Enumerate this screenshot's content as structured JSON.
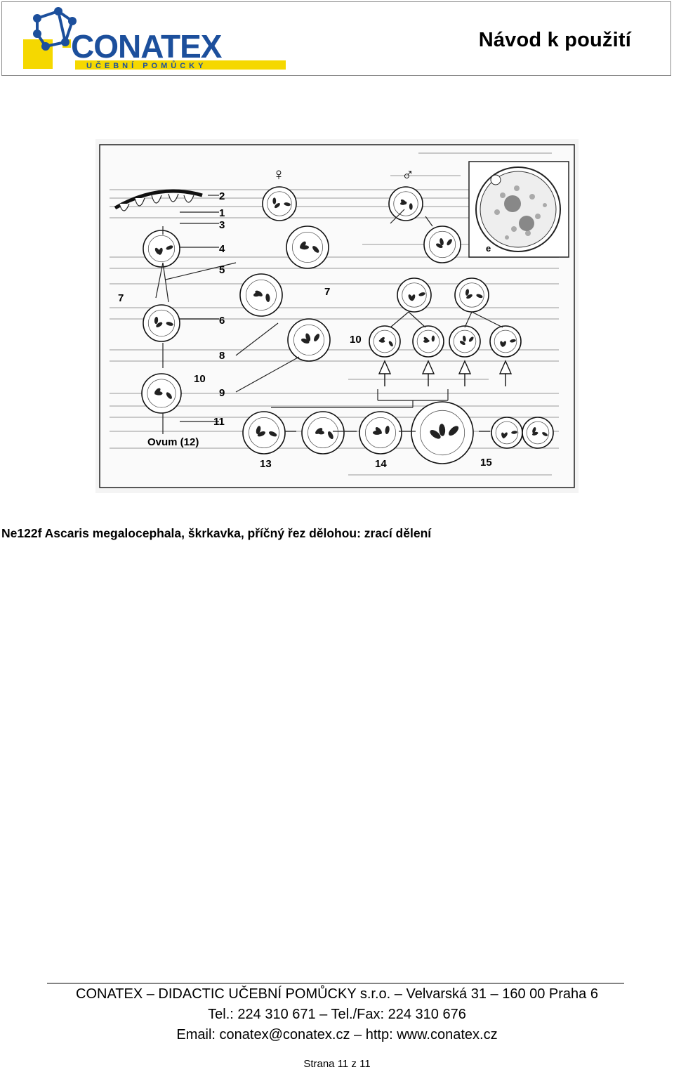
{
  "header": {
    "logo_text": "CONATEX",
    "logo_subtext": "UČEBNÍ POMŮCKY",
    "title": "Návod k použití"
  },
  "figure": {
    "labels": [
      "2",
      "1",
      "3",
      "4",
      "5",
      "7",
      "6",
      "8",
      "10",
      "9",
      "11",
      "Ovum (12)",
      "7",
      "10",
      "13",
      "14",
      "15"
    ],
    "female_symbol": "♀",
    "male_symbol": "♂",
    "inset_label": "e"
  },
  "caption": "Ne122f Ascaris megalocephala, škrkavka, příčný řez dělohou: zrací dělení",
  "footer": {
    "line1": "CONATEX – DIDACTIC UČEBNÍ POMŮCKY s.r.o. – Velvarská 31 – 160 00 Praha 6",
    "line2": "Tel.: 224 310 671 – Tel./Fax: 224 310 676",
    "line3": "Email: conatex@conatex.cz – http: www.conatex.cz",
    "page": "Strana 11 z 11"
  },
  "colors": {
    "logo_blue": "#1c4f9c",
    "logo_yellow": "#f5d800",
    "header_border": "#8a8a8a"
  }
}
